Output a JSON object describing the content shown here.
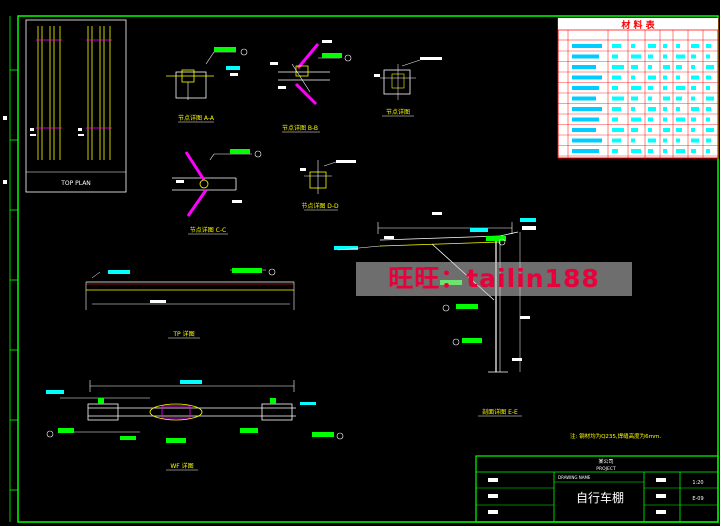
{
  "colors": {
    "background": "#000000",
    "frame": "#00ff00",
    "line_yellow": "#ffff00",
    "line_white": "#ffffff",
    "line_cyan": "#00ffff",
    "line_magenta": "#ff00ff",
    "line_red": "#ff2020",
    "table_bg": "#ffffff",
    "table_red": "#ff0000",
    "watermark_text": "#e8003a"
  },
  "material_table": {
    "title": "材 料 表"
  },
  "plan": {
    "label": "TOP PLAN"
  },
  "details": {
    "detail_a": "节点详图 A-A",
    "detail_b": "节点详图 B-B",
    "detail_c": "节点详图 C-C",
    "detail_d": "节点详图 D-D",
    "detail_small": "节点详图"
  },
  "views": {
    "tp_detail": "TP 详图",
    "wf_detail": "WF 详图",
    "section_label": "剖面详图 E-E"
  },
  "note": "注: 钢材均为Q235,焊缝高度为6mm.",
  "watermark": "旺旺：tailin188",
  "title_block": {
    "company": "某公司",
    "company_en": "PROJECT",
    "drawing_name_label": "DRAWING NAME",
    "drawing_title": "自行车棚",
    "scale": "1:20",
    "drawing_no": "E-09"
  }
}
